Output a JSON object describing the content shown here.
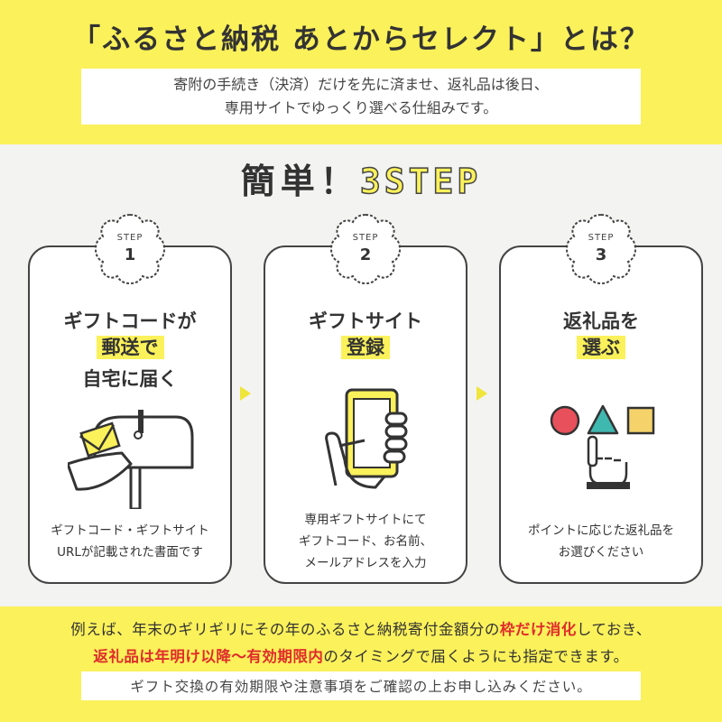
{
  "header": {
    "title": "「ふるさと納税 あとからセレクト」とは？",
    "intro_line1": "寄附の手続き（決済）だけを先に済ませ、返礼品は後日、",
    "intro_line2": "専用サイトでゆっくり選べる仕組みです。"
  },
  "steps_heading": {
    "prefix": "簡単！",
    "highlight": "3STEP"
  },
  "steps": [
    {
      "badge_label": "STEP",
      "number": "1",
      "title_line1": "ギフトコードが",
      "title_highlight": "郵送で",
      "title_line3": "自宅に届く",
      "desc_line1": "ギフトコード・ギフトサイト",
      "desc_line2": "URLが記載された書面です",
      "icon": "mailbox-icon"
    },
    {
      "badge_label": "STEP",
      "number": "2",
      "title_line1": "ギフトサイト",
      "title_highlight": "登録",
      "desc_line1": "専用ギフトサイトにて",
      "desc_line2": "ギフトコード、お名前、",
      "desc_line3": "メールアドレスを入力",
      "icon": "smartphone-hand-icon"
    },
    {
      "badge_label": "STEP",
      "number": "3",
      "title_line1": "返礼品を",
      "title_highlight": "選ぶ",
      "desc_line1": "ポイントに応じた返礼品を",
      "desc_line2": "お選びください",
      "icon": "shapes-select-icon"
    }
  ],
  "footer": {
    "line1_a": "例えば、年末のギリギリにその年のふるさと納税寄付金額分の",
    "line1_red": "枠だけ消化",
    "line1_b": "しておき、",
    "line2_red": "返礼品は年明け以降〜有効期限内",
    "line2_b": "のタイミングで届くようにも指定できます。",
    "notice": "ギフト交換の有効期限や注意事項をご確認の上お申し込みください。"
  },
  "colors": {
    "accent_yellow": "#fbf15a",
    "dark": "#333333",
    "red": "#e02c2c",
    "shape_red": "#e8505b",
    "shape_teal": "#3fb8b0",
    "shape_yellow": "#f5d36a"
  }
}
